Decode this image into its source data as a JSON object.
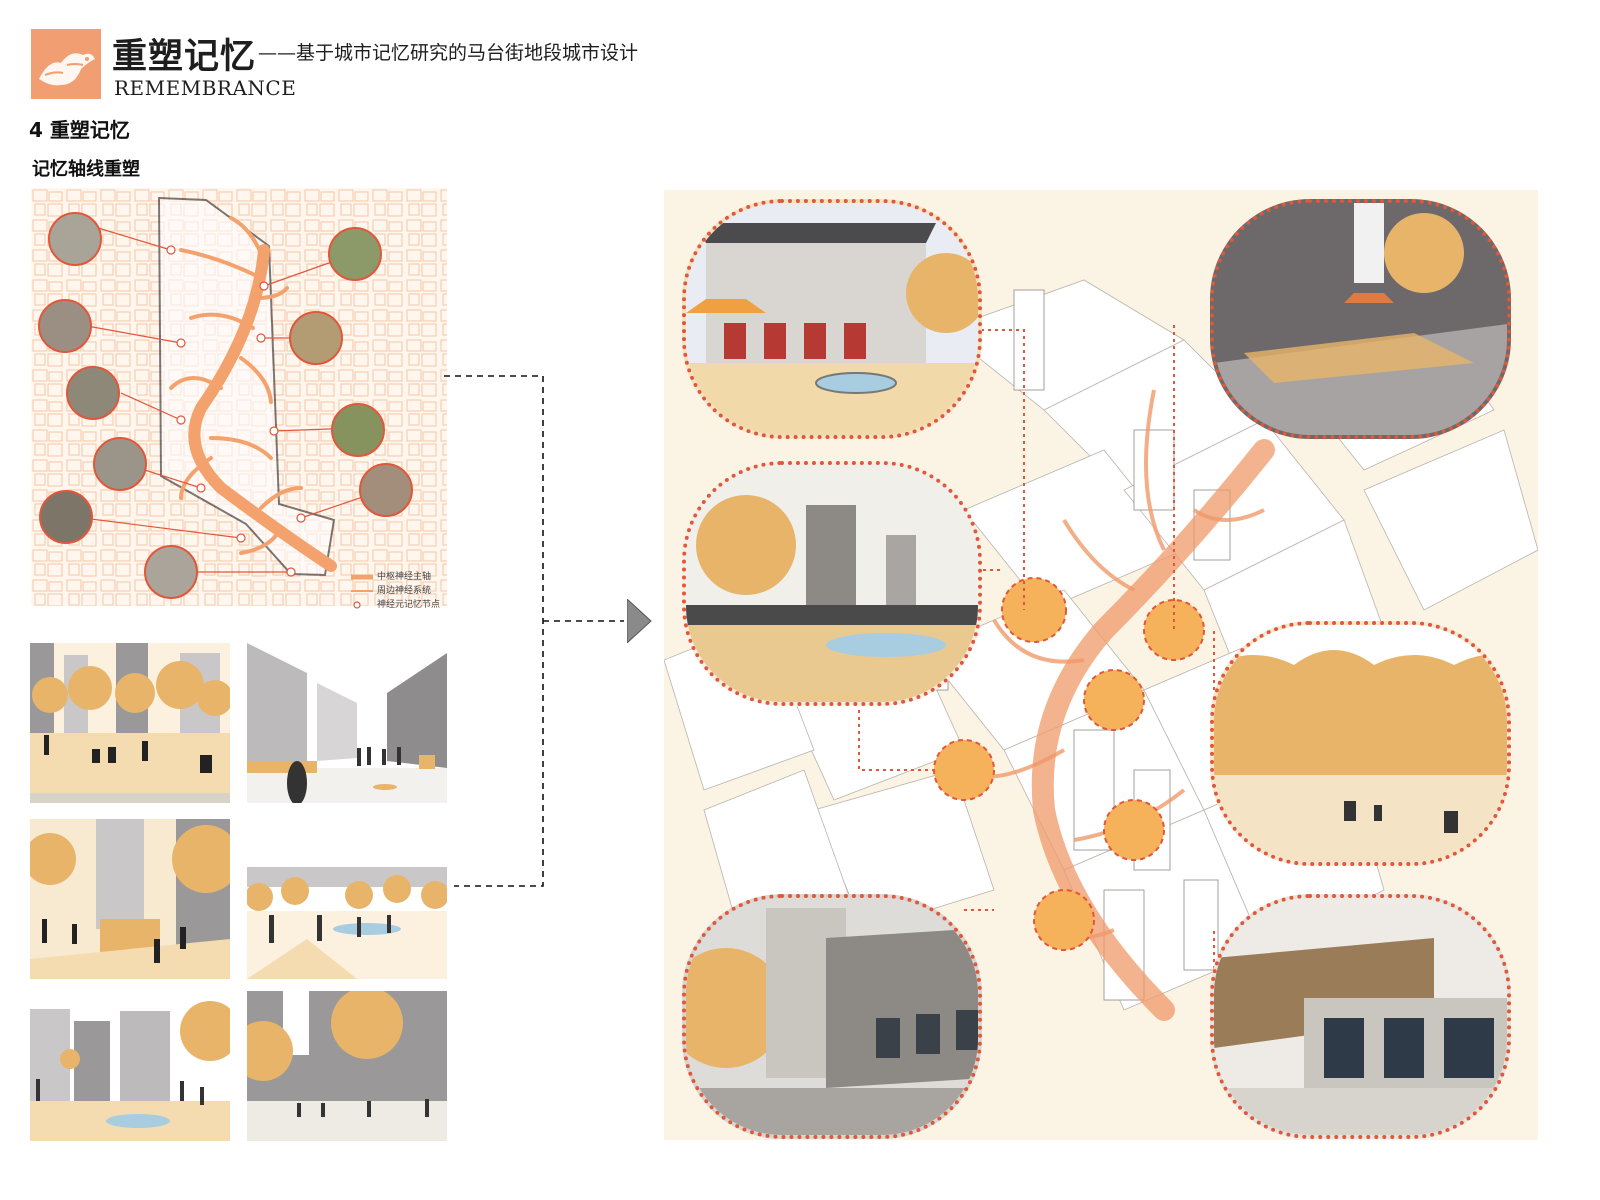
{
  "header": {
    "title_cn": "重塑记忆",
    "title_sub": "——基于城市记忆研究的马台街地段城市设计",
    "title_en": "REMEMBRANCE"
  },
  "section": {
    "number_title": "4 重塑记忆",
    "subtitle": "记忆轴线重塑"
  },
  "legend": {
    "items": [
      {
        "label": "中枢神经主轴",
        "symbol": "thick-line"
      },
      {
        "label": "周边神经系统",
        "symbol": "thin-line"
      },
      {
        "label": "神经元记忆节点",
        "symbol": "circle"
      }
    ]
  },
  "colors": {
    "accent_orange": "#f4a26d",
    "branch_orange": "#ef7d4f",
    "dotted_red": "#e0573a",
    "sand": "#e8b46a",
    "pale_cream": "#fbf3e4",
    "gray_dark": "#5e5a5b",
    "gray_mid": "#9a9898",
    "gray_light": "#c9c7c7"
  },
  "icons": {
    "logo": "bird-logo-icon",
    "arrow": "arrow-right-icon"
  }
}
